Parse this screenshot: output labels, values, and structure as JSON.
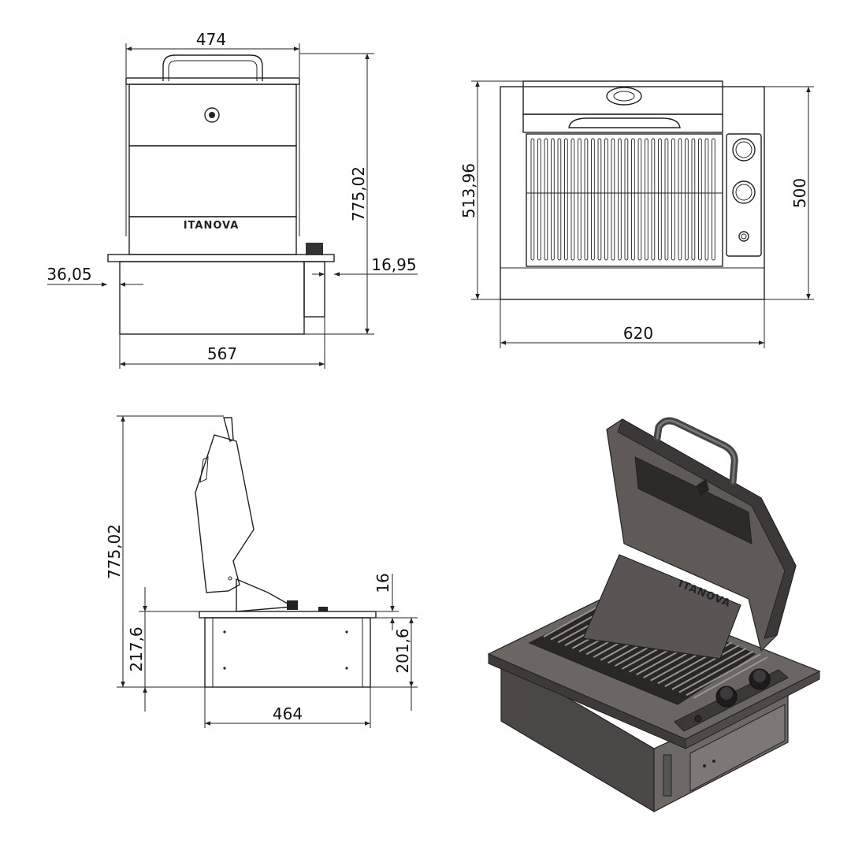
{
  "front_view": {
    "dim_width_top": "474",
    "dim_height": "775,02",
    "dim_left_offset": "36,05",
    "dim_right_offset": "16,95",
    "dim_width_bottom": "567",
    "brand": "ITANOVA"
  },
  "top_view": {
    "dim_depth": "513,96",
    "dim_depth_inner": "500",
    "dim_width": "620"
  },
  "side_view": {
    "dim_height": "775,02",
    "dim_lid_thickness": "16",
    "dim_body_height": "217,6",
    "dim_box_height": "201,6",
    "dim_width": "464"
  },
  "iso_view": {
    "brand": "ITANOVA"
  },
  "colors": {
    "line": "#222222",
    "metal_dark": "#3a3838",
    "metal_mid": "#5f5a58",
    "metal_light": "#8c8684"
  }
}
